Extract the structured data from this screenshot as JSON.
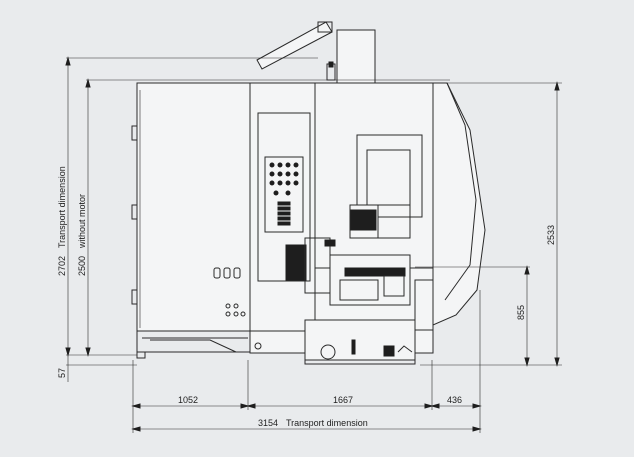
{
  "dimensions": {
    "width_left": "1052",
    "width_middle": "1667",
    "width_right": "436",
    "total_width": "3154",
    "total_width_label": "Transport dimension",
    "height_transport": "2702",
    "height_transport_label": "Transport dimension",
    "height_without_motor": "2500",
    "height_without_motor_label": "without motor",
    "height_total": "2533",
    "height_spindle": "855",
    "height_base": "57"
  },
  "colors": {
    "background": "#e9ebed",
    "line": "#2a2a2a"
  }
}
